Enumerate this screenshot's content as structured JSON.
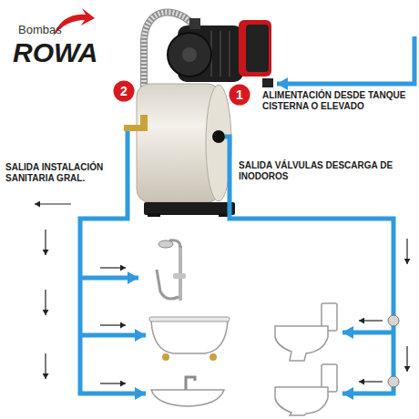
{
  "diagram": {
    "nodes": [
      {
        "text": [
          "2"
        ]
      },
      {
        "text": [
          "1"
        ]
      }
    ],
    "labels": [
      "Bombas",
      "ROWA",
      "ALIMENTACIÓN DESDE TANQUE CISTERNA O ELEVADO",
      "SALIDA INSTALACIÓN SANITARIA GRAL.",
      "SALIDA VÁLVULAS DESCARGA DE INODOROS"
    ]
  }
}
